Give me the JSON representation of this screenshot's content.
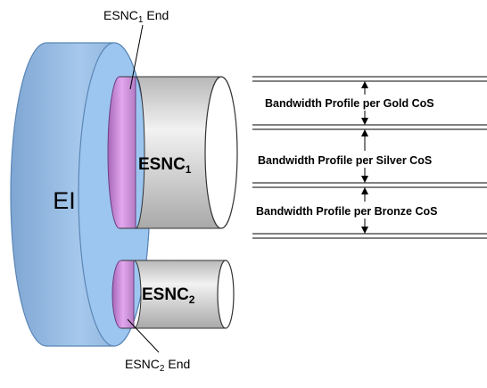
{
  "diagram": {
    "ei_label": "EI",
    "esnc1": {
      "main": "ESNC",
      "sub": "1"
    },
    "esnc2": {
      "main": "ESNC",
      "sub": "2"
    },
    "esnc1_end": {
      "main": "ESNC",
      "sub": "1",
      "rest": " End"
    },
    "esnc2_end": {
      "main": "ESNC",
      "sub": "2",
      "rest": " End"
    },
    "bandwidth_profiles": [
      "Bandwidth Profile per Gold CoS",
      "Bandwidth Profile per Silver CoS",
      "Bandwidth Profile per Bronze CoS"
    ]
  },
  "colors": {
    "ei_fill": "#8fb4dd",
    "ei_front": "#9cc6f0",
    "ei_stroke": "#5b86b5",
    "end_fill": "#b678c6",
    "end_highlight": "#dca0e6",
    "cyl_shade": "#bdbdbd",
    "cyl_light": "#f4f4f4"
  }
}
